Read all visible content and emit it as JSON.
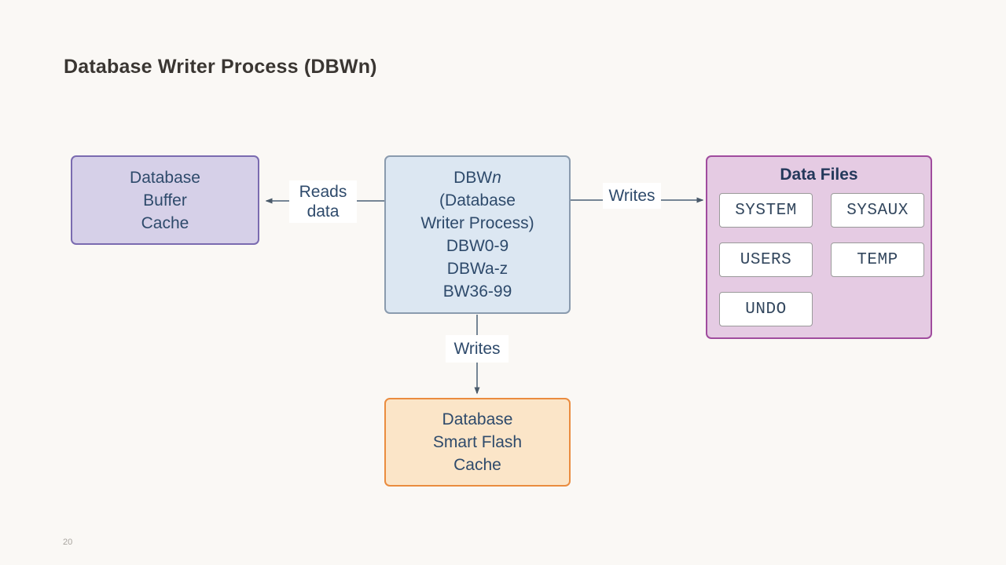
{
  "slide": {
    "title": "Database Writer Process (DBWn)",
    "page_number": "20"
  },
  "colors": {
    "background": "#faf8f5",
    "buffer_cache_fill": "#d6d0e8",
    "buffer_cache_border": "#7a6bb0",
    "dbwn_fill": "#dce7f2",
    "dbwn_border": "#8a9bae",
    "data_files_fill": "#e5cbe3",
    "data_files_border": "#a04c9e",
    "flash_cache_fill": "#fbe5c8",
    "flash_cache_border": "#ea8c3f",
    "diagram_text": "#2e4a6b",
    "arrow": "#566879",
    "title_text": "#3a3632"
  },
  "diagram": {
    "buffer_cache": {
      "lines": [
        "Database",
        "Buffer",
        "Cache"
      ]
    },
    "dbwn": {
      "name_prefix": "DBW",
      "name_italic": "n",
      "lines": [
        "(Database",
        "Writer Process)",
        "DBW0-9",
        "DBWa-z",
        "BW36-99"
      ]
    },
    "data_files": {
      "title": "Data Files",
      "files": [
        "SYSTEM",
        "SYSAUX",
        "USERS",
        "TEMP",
        "UNDO"
      ]
    },
    "flash_cache": {
      "lines": [
        "Database",
        "Smart Flash",
        "Cache"
      ]
    },
    "labels": {
      "reads_line1": "Reads",
      "reads_line2": "data",
      "writes_right": "Writes",
      "writes_down": "Writes"
    }
  }
}
